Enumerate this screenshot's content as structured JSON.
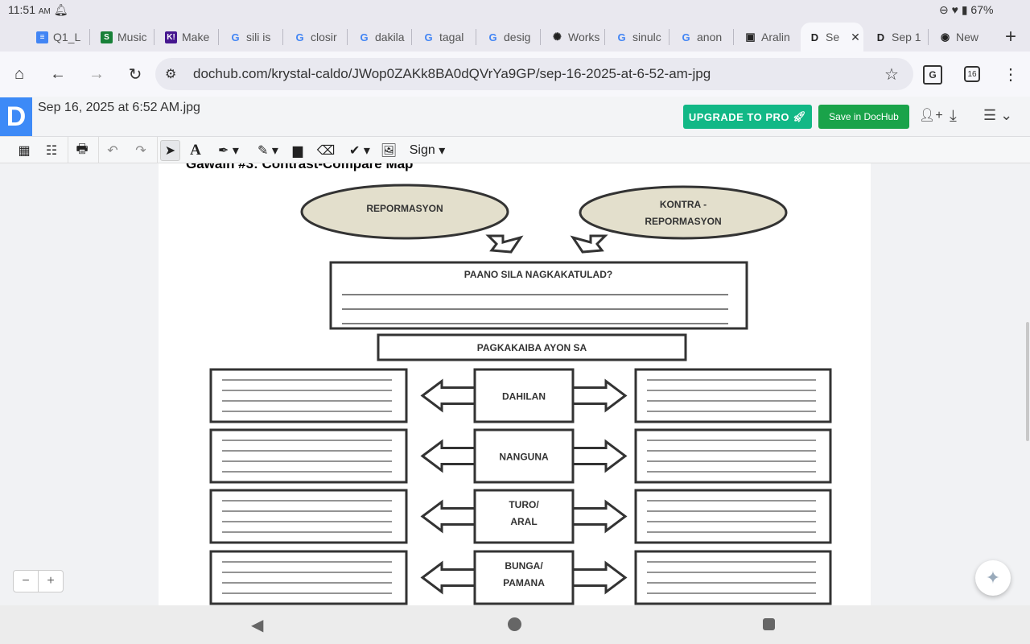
{
  "status": {
    "time": "11:51",
    "ampm": "AM",
    "battery": "67%"
  },
  "tabs": [
    {
      "label": "Q1_L",
      "icon": "docs-icon",
      "color": "#4285f4",
      "glyph": "≡"
    },
    {
      "label": "Music",
      "icon": "s-icon",
      "color": "#188038",
      "glyph": "S"
    },
    {
      "label": "Make",
      "icon": "kahoot-icon",
      "color": "#46178f",
      "glyph": "K!"
    },
    {
      "label": "sili is",
      "icon": "google-icon",
      "glyph": "G"
    },
    {
      "label": "closir",
      "icon": "google-icon",
      "glyph": "G"
    },
    {
      "label": "dakila",
      "icon": "google-icon",
      "glyph": "G"
    },
    {
      "label": "tagal",
      "icon": "google-icon",
      "glyph": "G"
    },
    {
      "label": "desig",
      "icon": "google-icon",
      "glyph": "G"
    },
    {
      "label": "Works",
      "icon": "openai-icon",
      "glyph": "✺"
    },
    {
      "label": "sinulc",
      "icon": "google-icon",
      "glyph": "G"
    },
    {
      "label": "anon",
      "icon": "google-icon",
      "glyph": "G"
    },
    {
      "label": "Aralin",
      "icon": "classroom-icon",
      "glyph": "▣"
    },
    {
      "label": "Se",
      "icon": "dochub-icon",
      "glyph": "D",
      "active": true
    },
    {
      "label": "Sep 1",
      "icon": "dochub-icon",
      "glyph": "D"
    },
    {
      "label": "New",
      "icon": "chrome-icon",
      "glyph": "◉"
    }
  ],
  "address": {
    "url": "dochub.com/krystal-caldo/JWop0ZAKk8BA0dQVrYa9GP/sep-16-2025-at-6-52-am-jpg",
    "tab_count": "16"
  },
  "dochub": {
    "logo": "D",
    "filename": "Sep 16, 2025 at 6:52 AM.jpg",
    "upgrade_label": "UPGRADE TO PRO",
    "save_label": "Save in DocHub",
    "sign_label": "Sign"
  },
  "document": {
    "title": "Gawain #3: Contrast-Compare Map",
    "left_oval": "REPORMASYON",
    "right_oval_1": "KONTRA -",
    "right_oval_2": "REPORMASYON",
    "question": "PAANO SILA NAGKAKATULAD?",
    "basis": "PAGKAKAIBA AYON SA",
    "rows": [
      [
        "DAHILAN",
        ""
      ],
      [
        "NANGUNA",
        ""
      ],
      [
        "TURO/",
        "ARAL"
      ],
      [
        "BUNGA/",
        "PAMANA"
      ]
    ]
  },
  "zoom": {
    "minus": "−",
    "plus": "+"
  }
}
